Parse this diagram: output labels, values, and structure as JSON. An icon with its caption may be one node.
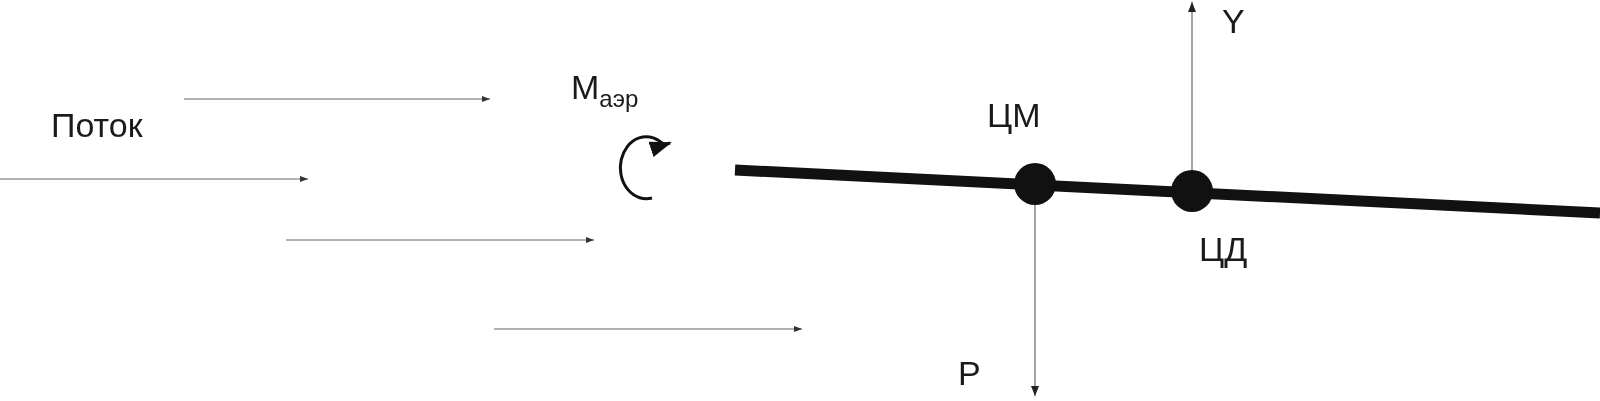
{
  "diagram": {
    "labels": [
      "Поток",
      "M$_{аэр}$",
      "ЦМ",
      "Y",
      "ЦД",
      "P"
    ]
  }
}
